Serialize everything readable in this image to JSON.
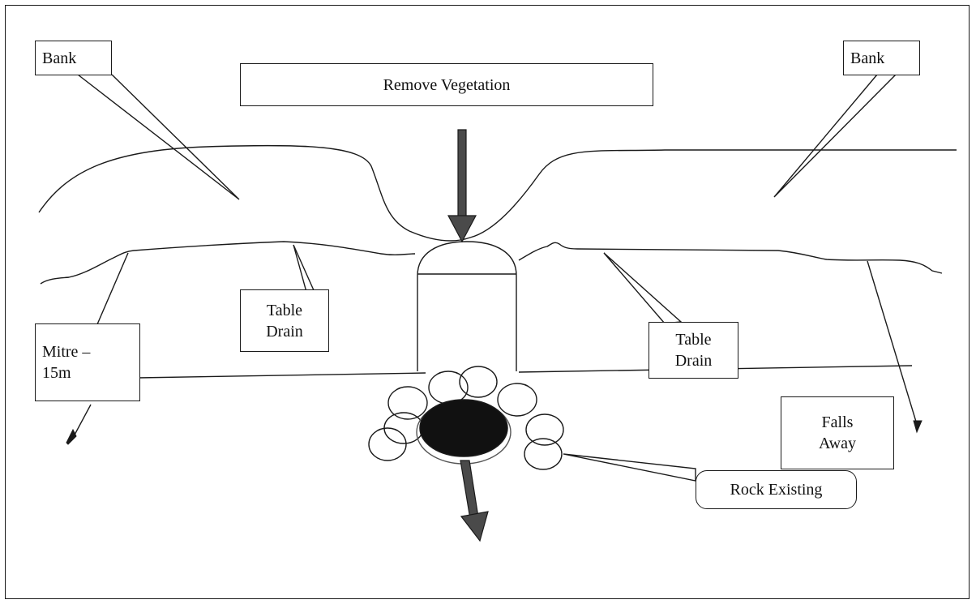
{
  "labels": {
    "bank_left": "Bank",
    "bank_right": "Bank",
    "remove_vegetation": "Remove Vegetation",
    "table_drain_left": "Table\nDrain",
    "table_drain_right": "Table\nDrain",
    "mitre": "Mitre –\n15m",
    "falls_away": "Falls\nAway",
    "rock_existing": "Rock Existing"
  },
  "colors": {
    "line": "#1a1a1a",
    "arrow_fill": "#4a4a4a",
    "outlet_fill": "#111111"
  }
}
